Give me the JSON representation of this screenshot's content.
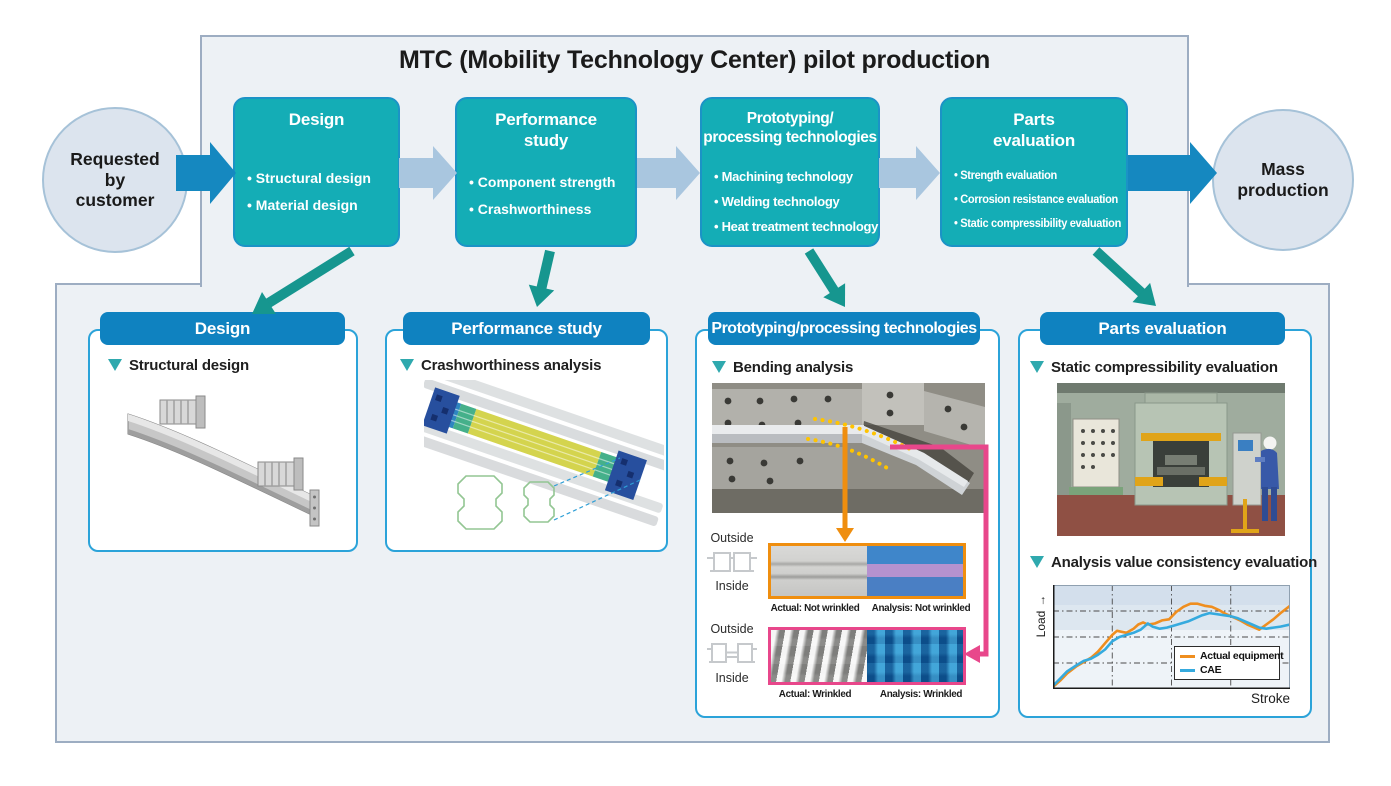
{
  "title": "MTC (Mobility Technology Center) pilot production",
  "start_node": {
    "label": "Requested\nby\ncustomer"
  },
  "end_node": {
    "label": "Mass\nproduction"
  },
  "process_boxes": [
    {
      "title": "Design",
      "bullets": [
        "Structural design",
        "Material design"
      ]
    },
    {
      "title": "Performance\nstudy",
      "bullets": [
        "Component strength",
        "Crashworthiness"
      ]
    },
    {
      "title": "Prototyping/\nprocessing technologies",
      "bullets": [
        "Machining technology",
        "Welding technology",
        "Heat treatment technology"
      ]
    },
    {
      "title": "Parts\nevaluation",
      "bullets": [
        "Strength evaluation",
        "Corrosion resistance evaluation",
        "Static compressibility evaluation"
      ]
    }
  ],
  "panels": [
    {
      "header": "Design",
      "sections": [
        {
          "label": "Structural design",
          "image": "bumper-beam-3d-render"
        }
      ]
    },
    {
      "header": "Performance study",
      "sections": [
        {
          "label": "Crashworthiness analysis",
          "image": "fea-crash-simulation"
        }
      ]
    },
    {
      "header": "Prototyping/processing technologies",
      "sections": [
        {
          "label": "Bending analysis",
          "image": "tube-bending-fixture-photo"
        }
      ],
      "comparisons": [
        {
          "outside_label": "Outside",
          "inside_label": "Inside",
          "actual_caption": "Actual: Not wrinkled",
          "analysis_caption": "Analysis: Not wrinkled",
          "border_color": "#ef8e0f",
          "icon": "wide-cell-cross-section-icon"
        },
        {
          "outside_label": "Outside",
          "inside_label": "Inside",
          "actual_caption": "Actual: Wrinkled",
          "analysis_caption": "Analysis: Wrinkled",
          "border_color": "#e8478b",
          "icon": "narrow-cell-cross-section-icon"
        }
      ]
    },
    {
      "header": "Parts evaluation",
      "sections": [
        {
          "label": "Static compressibility evaluation",
          "image": "press-machine-photo"
        },
        {
          "label": "Analysis value consistency evaluation",
          "image": "load-stroke-chart"
        }
      ]
    }
  ],
  "chart_data": {
    "type": "line",
    "title": "",
    "xlabel": "Stroke",
    "ylabel": "Load",
    "ylabel_arrow": "→",
    "x_range": [
      0,
      1
    ],
    "y_range": [
      0,
      1
    ],
    "grid": "dash-dot, 3 vertical and 3 horizontal lines at quarter positions",
    "legend_position": "inside lower right",
    "series": [
      {
        "name": "Actual equipment",
        "color": "#ef8e1f",
        "x": [
          0.0,
          0.03,
          0.06,
          0.1,
          0.13,
          0.16,
          0.19,
          0.22,
          0.25,
          0.27,
          0.29,
          0.31,
          0.34,
          0.36,
          0.38,
          0.4,
          0.43,
          0.46,
          0.49,
          0.52,
          0.55,
          0.58,
          0.61,
          0.64,
          0.67,
          0.7,
          0.73,
          0.76,
          0.79,
          0.82,
          0.85,
          0.87,
          0.9,
          0.93,
          0.96,
          1.0
        ],
        "y": [
          0.02,
          0.08,
          0.15,
          0.22,
          0.26,
          0.3,
          0.36,
          0.44,
          0.52,
          0.56,
          0.55,
          0.54,
          0.58,
          0.62,
          0.64,
          0.62,
          0.63,
          0.66,
          0.67,
          0.74,
          0.79,
          0.82,
          0.82,
          0.8,
          0.79,
          0.76,
          0.72,
          0.69,
          0.66,
          0.62,
          0.59,
          0.57,
          0.62,
          0.67,
          0.73,
          0.8
        ]
      },
      {
        "name": "CAE",
        "color": "#35aade",
        "x": [
          0.0,
          0.03,
          0.06,
          0.1,
          0.13,
          0.16,
          0.19,
          0.22,
          0.25,
          0.28,
          0.31,
          0.34,
          0.37,
          0.4,
          0.42,
          0.45,
          0.48,
          0.51,
          0.54,
          0.57,
          0.6,
          0.63,
          0.66,
          0.69,
          0.72,
          0.75,
          0.78,
          0.81,
          0.84,
          0.87,
          0.9,
          0.93,
          0.96,
          1.0
        ],
        "y": [
          0.03,
          0.1,
          0.17,
          0.23,
          0.27,
          0.29,
          0.33,
          0.38,
          0.46,
          0.5,
          0.52,
          0.54,
          0.57,
          0.63,
          0.6,
          0.58,
          0.59,
          0.61,
          0.63,
          0.65,
          0.68,
          0.71,
          0.73,
          0.72,
          0.71,
          0.7,
          0.68,
          0.65,
          0.62,
          0.59,
          0.58,
          0.59,
          0.6,
          0.62
        ]
      }
    ]
  },
  "colors": {
    "teal_box_fill": "#14adb6",
    "teal_box_border": "#1b93c6",
    "panel_header_blue": "#0f82c0",
    "panel_card_border": "#2ba3d9",
    "container_fill": "#edf1f5",
    "container_border": "#9dadc2",
    "flow_arrow_blue": "#1588c0",
    "flow_arrow_light": "#a9c6df",
    "stage_arrow_teal": "#16968f",
    "section_marker_teal": "#2fa9ae",
    "connector_orange": "#ef8e0f",
    "connector_pink": "#e8478b"
  }
}
